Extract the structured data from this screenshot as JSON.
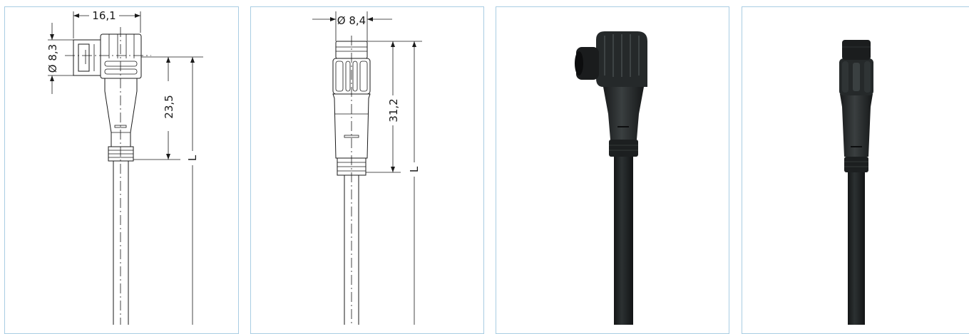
{
  "panels": [
    {
      "kind": "drawing",
      "variant": "angled",
      "dimensions": {
        "width": "16,1",
        "diameter": "Ø 8,3",
        "height": "23,5",
        "length": "L"
      }
    },
    {
      "kind": "drawing",
      "variant": "straight",
      "dimensions": {
        "diameter": "Ø 8,4",
        "height": "31,2",
        "length": "L"
      }
    },
    {
      "kind": "photo",
      "variant": "angled"
    },
    {
      "kind": "photo",
      "variant": "straight"
    }
  ],
  "colors": {
    "panel_border": "#a9cde3",
    "line": "#1a1a1a",
    "connector_body": "#1f2223",
    "connector_highlight": "#3a3f40"
  }
}
